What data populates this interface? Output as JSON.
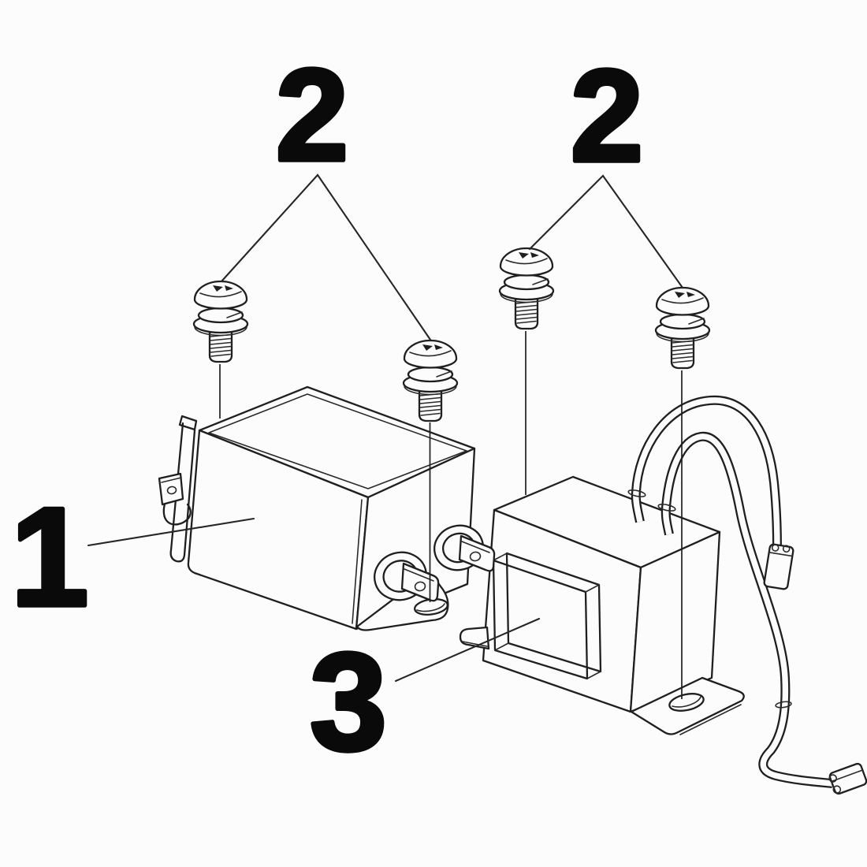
{
  "diagram": {
    "kind": "exploded-parts-diagram",
    "background_color": "#fcfcfc",
    "line_color": "#1f1f1f",
    "label_color": "#0a0a0a",
    "callouts": [
      {
        "label": "1",
        "part": "filter-box"
      },
      {
        "label": "2",
        "part": "screw-pair-left"
      },
      {
        "label": "2",
        "part": "screw-pair-right"
      },
      {
        "label": "3",
        "part": "transformer"
      }
    ]
  }
}
